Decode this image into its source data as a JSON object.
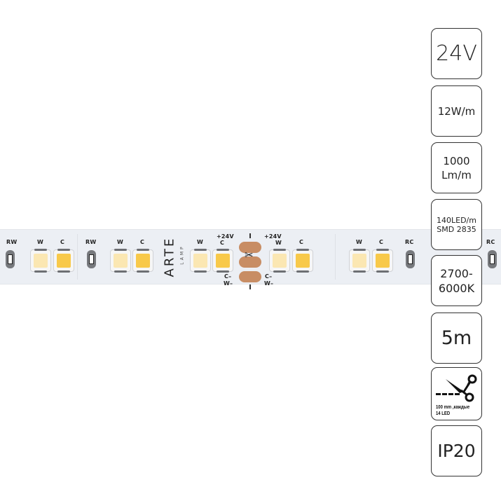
{
  "strip": {
    "brand": "ARTE",
    "brand_sub": "LAMP",
    "labels": {
      "rw": "RW",
      "w": "W",
      "c": "C",
      "rc": "RC",
      "plus24v": "+24V",
      "c_minus": "C–",
      "w_minus": "W–"
    },
    "colors": {
      "board": "#eceff4",
      "warm_led": "#fbe7b2",
      "cool_led": "#f8c94a",
      "copper_pad": "#c88d64"
    }
  },
  "specs": [
    {
      "id": "voltage",
      "lines": [
        "24V"
      ]
    },
    {
      "id": "power",
      "lines": [
        "12W/m"
      ]
    },
    {
      "id": "luminous_flux",
      "lines": [
        "1000",
        "Lm/m"
      ]
    },
    {
      "id": "led_density",
      "lines": [
        "140LED/m",
        "SMD 2835"
      ]
    },
    {
      "id": "color_temperature",
      "lines": [
        "2700-",
        "6000K"
      ]
    },
    {
      "id": "length",
      "lines": [
        "5m"
      ]
    },
    {
      "id": "cut_step",
      "icon": "scissors-cut-icon",
      "lines": [
        "100 mm ,каждые",
        "14 LED"
      ]
    },
    {
      "id": "protection",
      "lines": [
        "IP20"
      ]
    }
  ]
}
